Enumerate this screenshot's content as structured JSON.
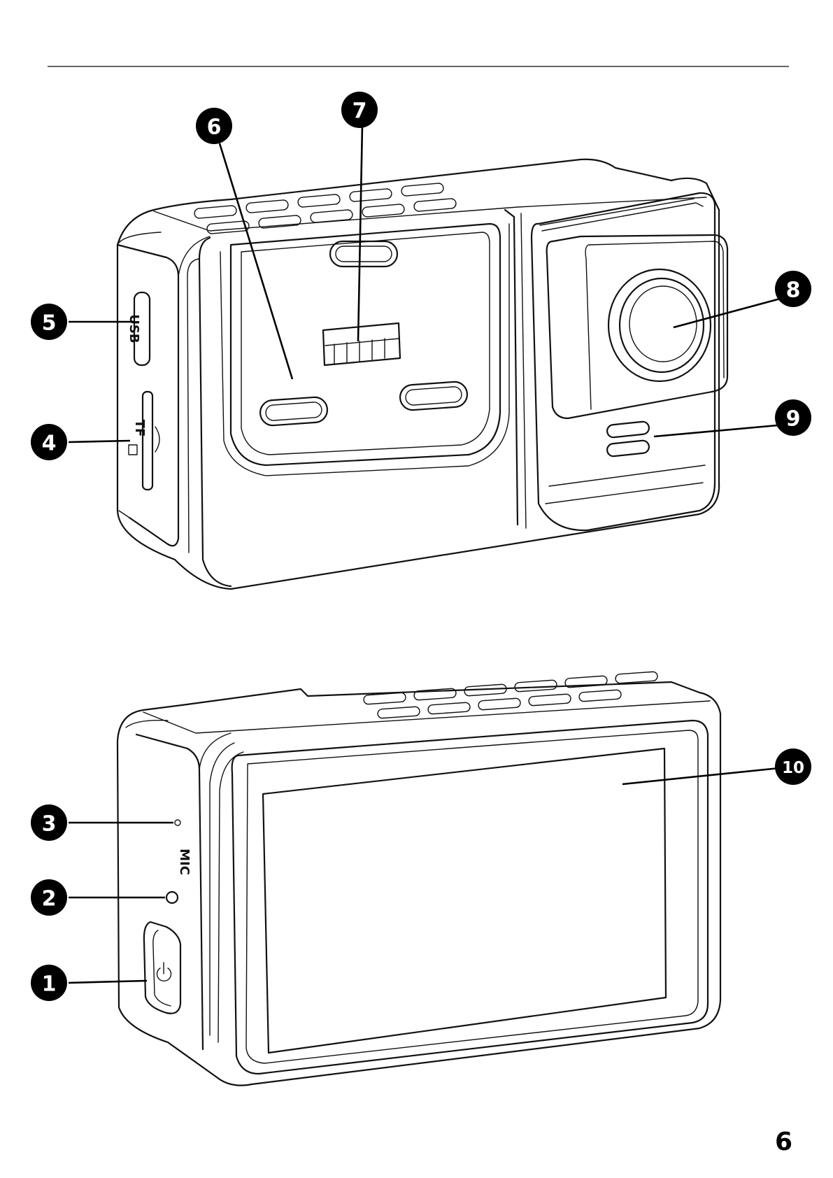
{
  "callouts": [
    {
      "id": "1",
      "label": "1"
    },
    {
      "id": "2",
      "label": "2"
    },
    {
      "id": "3",
      "label": "3"
    },
    {
      "id": "4",
      "label": "4"
    },
    {
      "id": "5",
      "label": "5"
    },
    {
      "id": "6",
      "label": "6"
    },
    {
      "id": "7",
      "label": "7"
    },
    {
      "id": "8",
      "label": "8"
    },
    {
      "id": "9",
      "label": "9"
    },
    {
      "id": "10",
      "label": "10"
    }
  ],
  "engravings": {
    "usb": "USB",
    "tf": "TF",
    "mic": "MIC"
  },
  "page_number": "6"
}
